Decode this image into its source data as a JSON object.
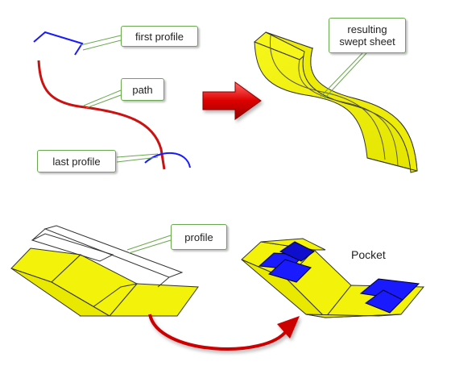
{
  "labels": {
    "first_profile": "first profile",
    "path": "path",
    "last_profile": "last profile",
    "resulting_swept_sheet": "resulting swept sheet",
    "profile": "profile",
    "pocket": "Pocket"
  },
  "colors": {
    "callout_border": "#6aa84f",
    "leader_line": "#6aa84f",
    "path_red": "#cc1111",
    "profile_blue": "#1a1aff",
    "sheet_yellow": "#f2f20a",
    "pocket_blue": "#1a1aff",
    "arrow_red": "#cc0000"
  },
  "icons": {
    "process_arrow": "right-arrow-icon",
    "transform_arrow": "curved-arrow-icon"
  }
}
